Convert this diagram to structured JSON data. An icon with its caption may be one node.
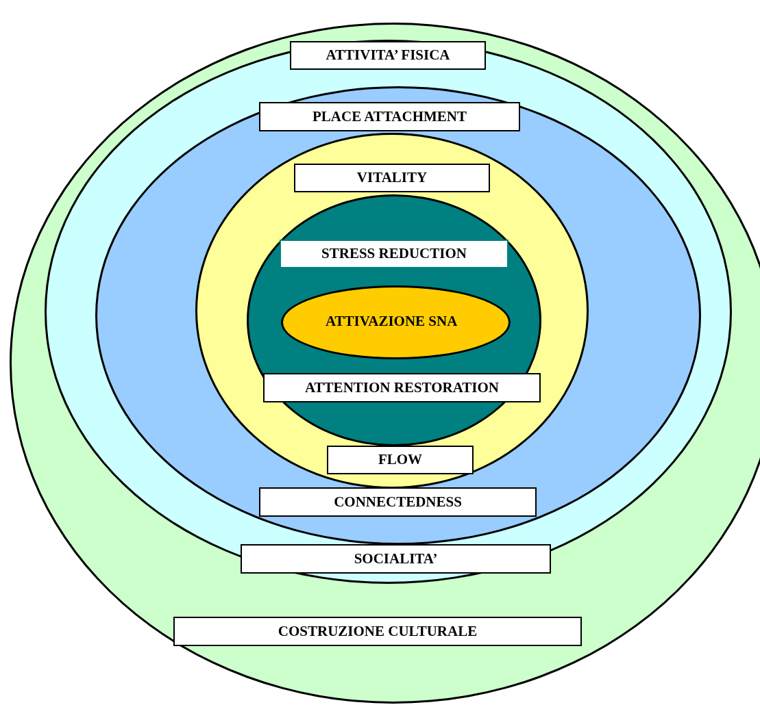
{
  "diagram": {
    "nodes": [
      {
        "text": [
          "COSTRUZIONE CULTURALE"
        ]
      },
      {
        "text": [
          "ATTIVITA’ FISICA",
          "SOCIALITA’"
        ],
        "in": 0
      },
      {
        "text": [
          "PLACE ATTACHMENT",
          "CONNECTEDNESS"
        ],
        "in": 1
      },
      {
        "text": [
          "VITALITY",
          "FLOW"
        ],
        "in": 2
      },
      {
        "text": [
          "STRESS REDUCTION",
          "ATTENTION RESTORATION"
        ],
        "in": 3
      },
      {
        "text": [
          "ATTIVAZIONE SNA"
        ],
        "in": 4
      }
    ]
  }
}
